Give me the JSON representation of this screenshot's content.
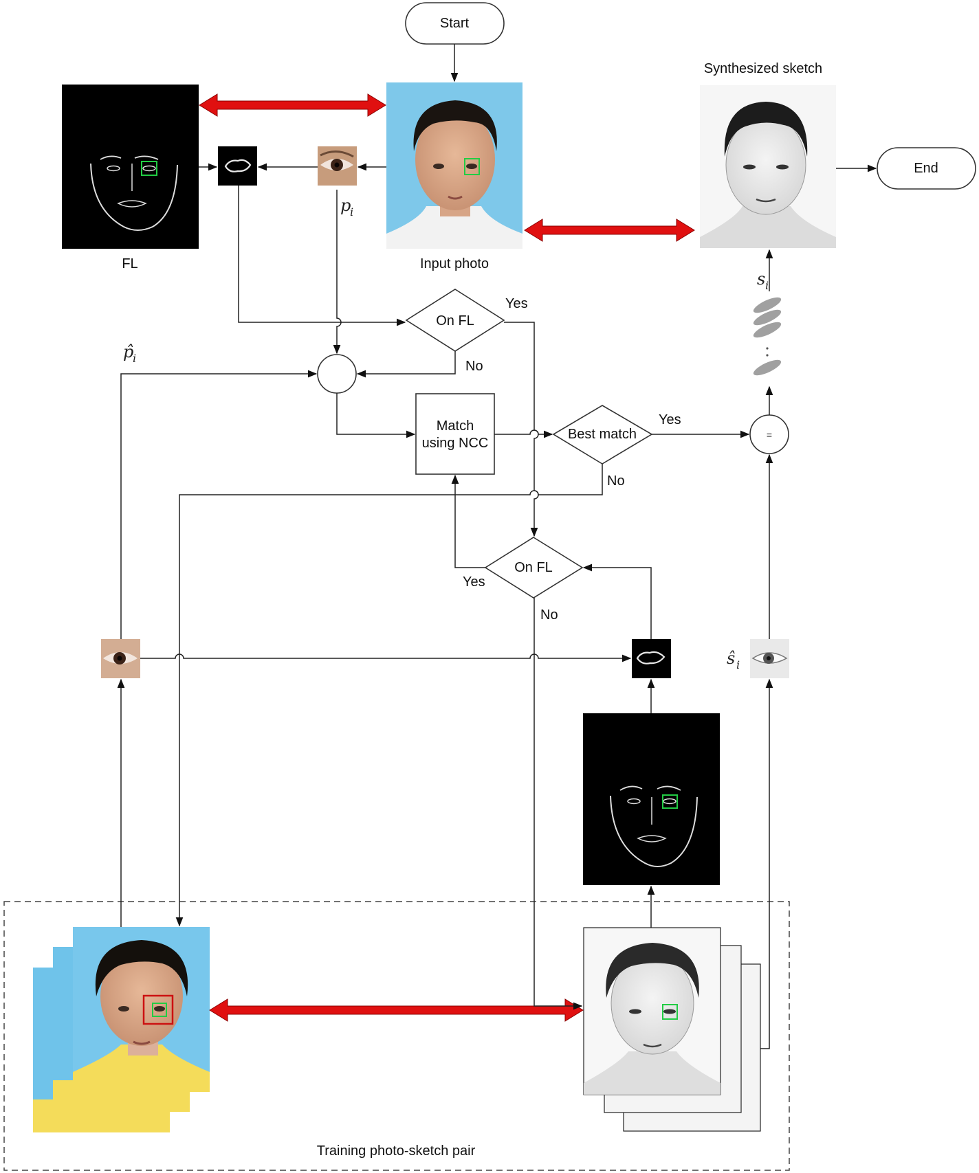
{
  "nodes": {
    "start": "Start",
    "end": "End",
    "on_fl_top": "On FL",
    "on_fl_bottom": "On FL",
    "match_line1": "Match",
    "match_line2": "using NCC",
    "best_match": "Best match",
    "equals": "="
  },
  "labels": {
    "fl": "FL",
    "input_photo": "Input photo",
    "synthesized_sketch": "Synthesized sketch",
    "training_pair": "Training photo-sketch pair"
  },
  "branches": {
    "top_yes": "Yes",
    "top_no": "No",
    "best_yes": "Yes",
    "best_no": "No",
    "bottom_yes": "Yes",
    "bottom_no": "No"
  },
  "symbols": {
    "p_i": "p",
    "p_i_sub": "i",
    "p_hat": "p̂",
    "p_hat_sub": "i",
    "s_i": "s",
    "s_i_sub": "i",
    "s_hat": "ŝ",
    "s_hat_sub": "i"
  },
  "colors": {
    "double_arrow": "#e01010",
    "photo_bg": "#6fc3ea",
    "highlight_green": "#22cc44",
    "highlight_red": "#cc1111"
  }
}
